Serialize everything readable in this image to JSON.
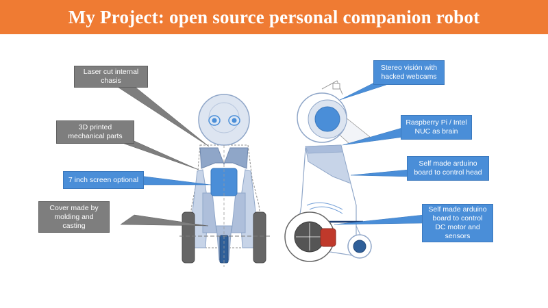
{
  "title": "My Project: open source personal companion robot",
  "colors": {
    "title_bar": "#EF7B33",
    "gray_callout": "#7E7E7E",
    "blue_callout": "#4A8ED8",
    "robot_outline": "#8FA6C8",
    "accent_red": "#C0392B"
  },
  "callouts": {
    "left": [
      {
        "text": "Laser cut internal chasis"
      },
      {
        "text": "3D printed mechanical parts"
      },
      {
        "text": "7 inch screen optional"
      },
      {
        "text": "Cover made by molding and casting"
      }
    ],
    "right": [
      {
        "text": "Stereo visión with hacked webcams"
      },
      {
        "text": "Raspberry Pi / Intel NUC as brain"
      },
      {
        "text": "Self made arduino board to control head"
      },
      {
        "text": "Self made arduino board to control DC motor and sensors"
      }
    ]
  }
}
